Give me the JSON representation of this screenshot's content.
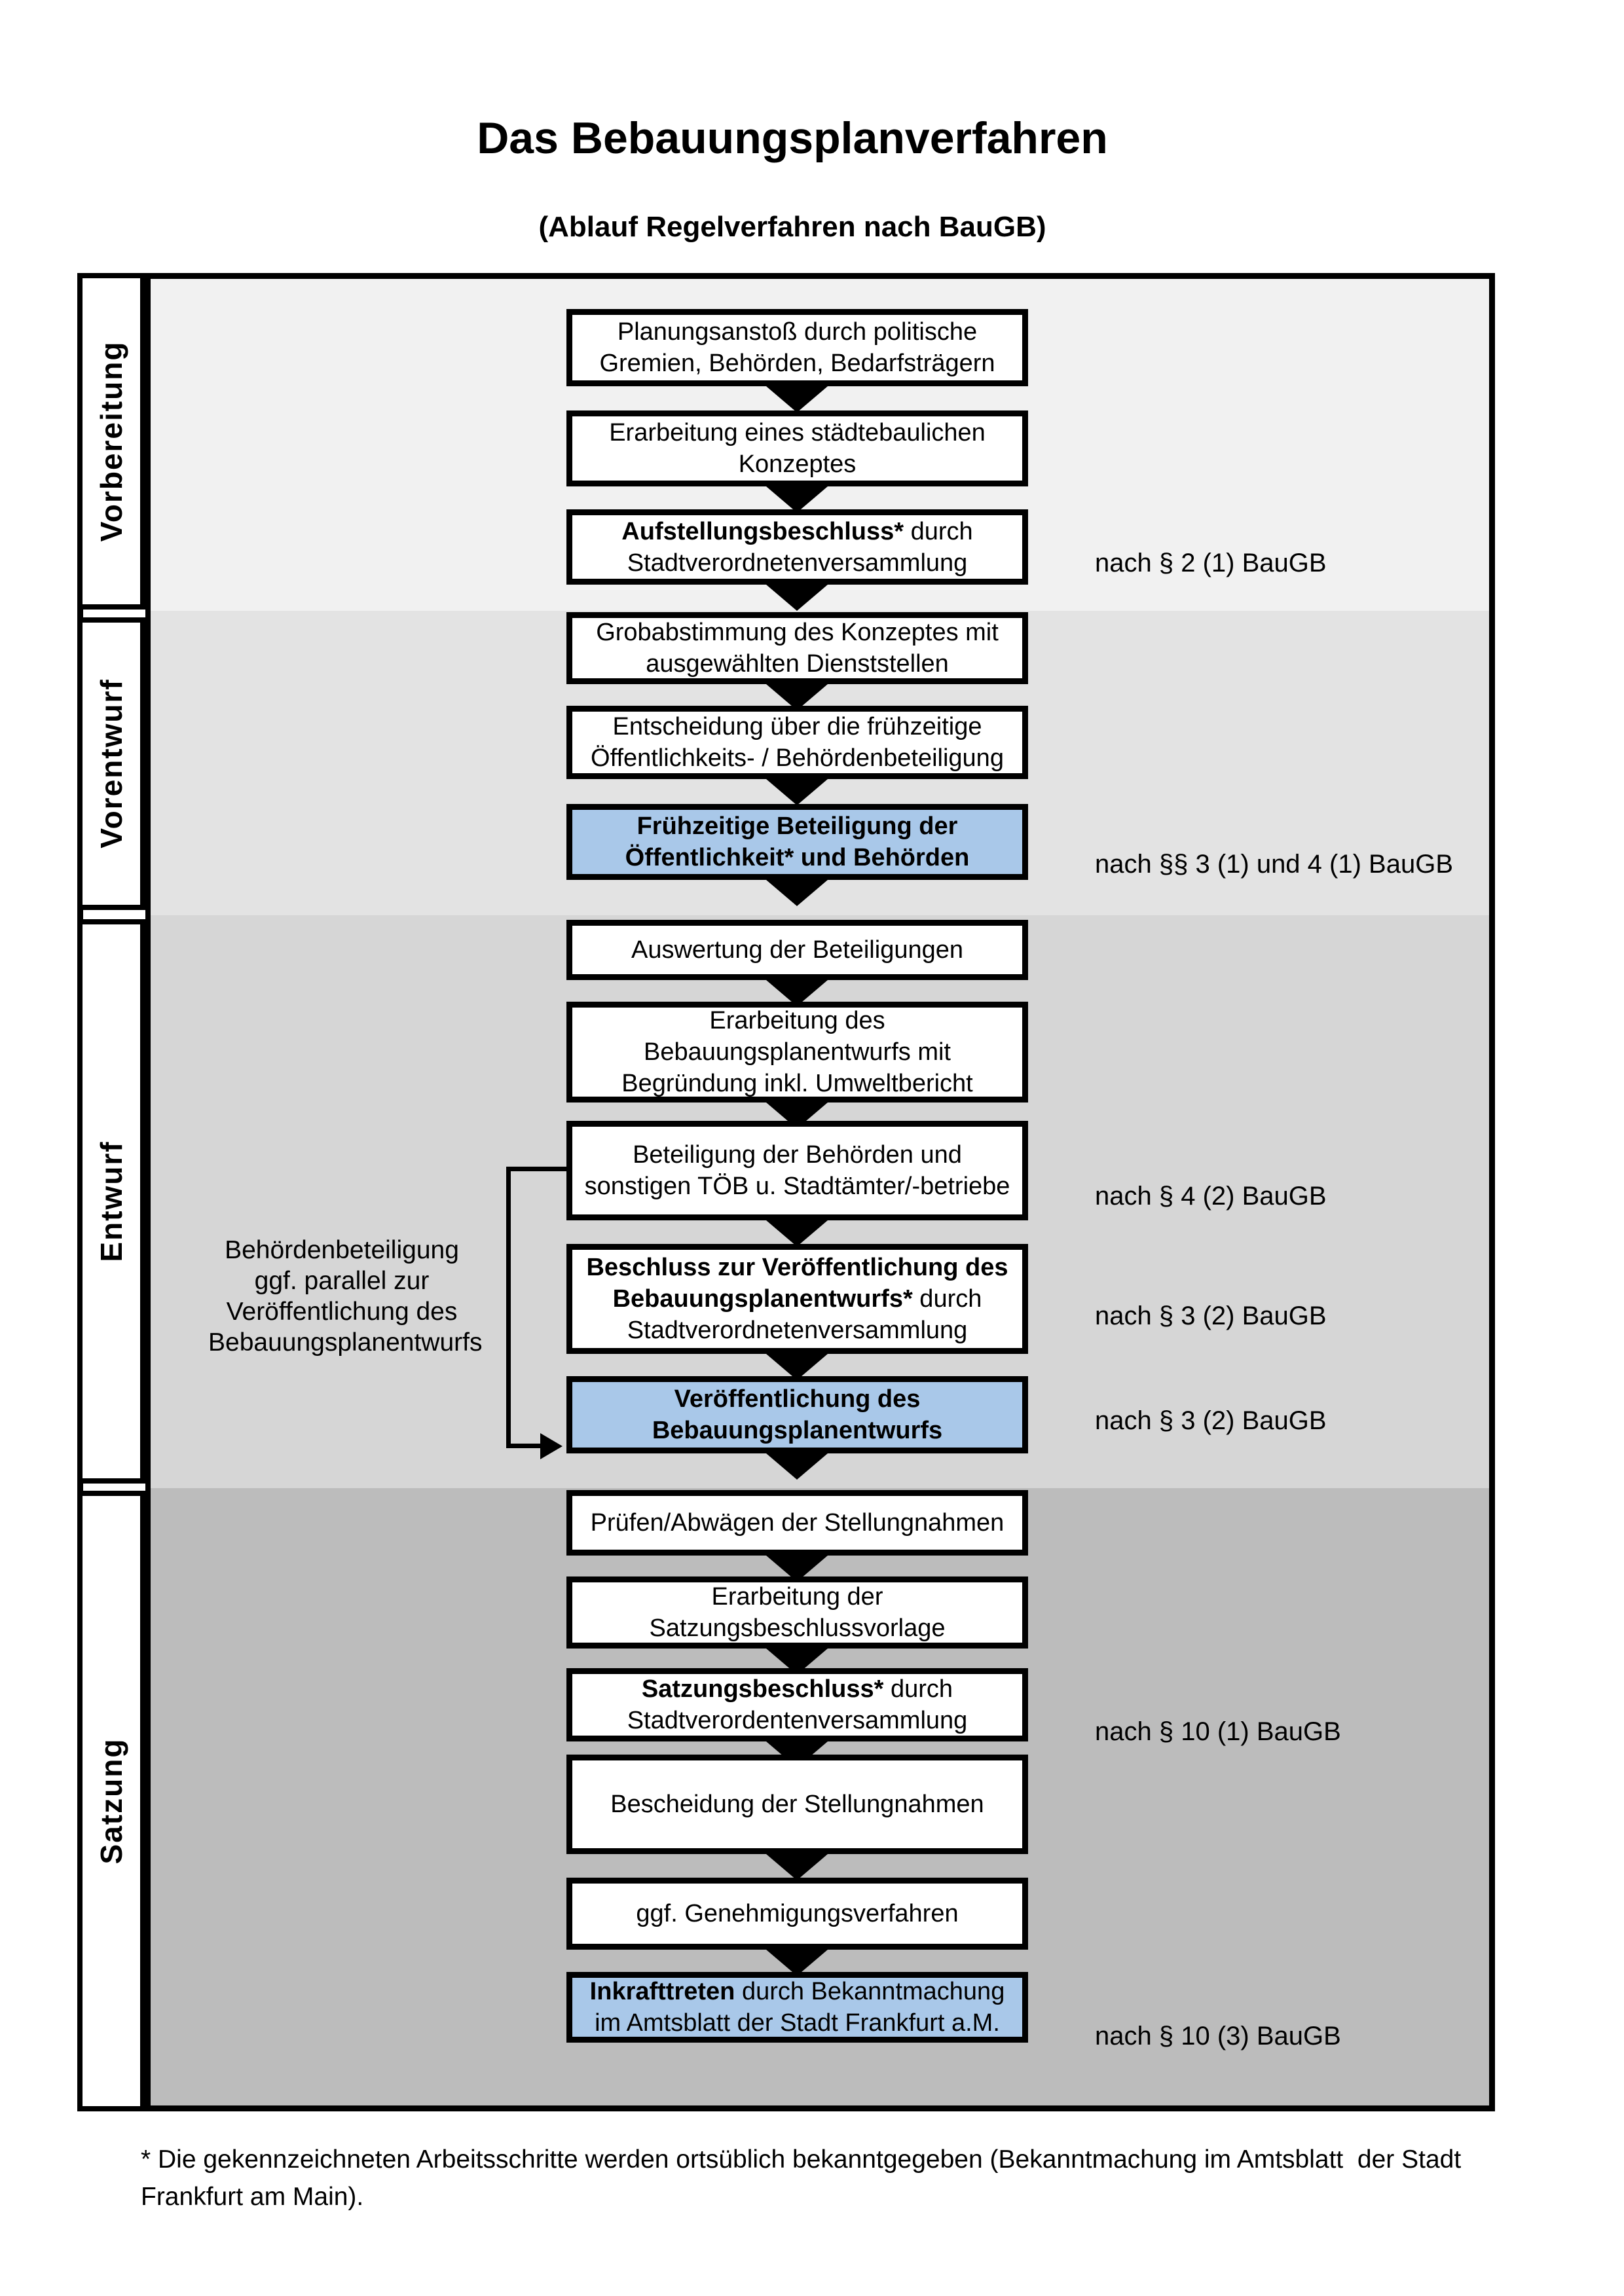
{
  "header": {
    "title": "Das Bebauungsplanverfahren",
    "subtitle": "(Ablauf Regelverfahren nach BauGB)"
  },
  "phases": [
    {
      "label": "Vorbereitung"
    },
    {
      "label": "Vorentwurf"
    },
    {
      "label": "Entwurf"
    },
    {
      "label": "Satzung"
    }
  ],
  "steps": [
    {
      "bold": "",
      "rest": "Planungsanstoß durch politische\nGremien, Behörden, Bedarfsträgern",
      "highlighted": false
    },
    {
      "bold": "",
      "rest": "Erarbeitung eines städtebaulichen\nKonzeptes",
      "highlighted": false
    },
    {
      "bold": "Aufstellungsbeschluss*",
      "rest": " durch\nStadtverordnetenversammlung",
      "highlighted": false
    },
    {
      "bold": "",
      "rest": "Grobabstimmung des Konzeptes mit\nausgewählten Dienststellen",
      "highlighted": false
    },
    {
      "bold": "",
      "rest": "Entscheidung über die frühzeitige\nÖffentlichkeits- / Behördenbeteiligung",
      "highlighted": false
    },
    {
      "bold": "Frühzeitige Beteiligung der\nÖffentlichkeit* und Behörden",
      "rest": "",
      "highlighted": true
    },
    {
      "bold": "",
      "rest": "Auswertung der Beteiligungen",
      "highlighted": false
    },
    {
      "bold": "",
      "rest": "Erarbeitung des\nBebauungsplanentwurfs mit\nBegründung inkl. Umweltbericht",
      "highlighted": false
    },
    {
      "bold": "",
      "rest": "Beteiligung der Behörden und\nsonstigen TÖB u. Stadtämter/-betriebe",
      "highlighted": false
    },
    {
      "bold": "Beschluss zur Veröffentlichung des\nBebauungsplanentwurfs*",
      "rest": " durch\nStadtverordnetenversammlung",
      "highlighted": false
    },
    {
      "bold": "Veröffentlichung des\nBebauungsplanentwurfs",
      "rest": "",
      "highlighted": true
    },
    {
      "bold": "",
      "rest": "Prüfen/Abwägen der Stellungnahmen",
      "highlighted": false
    },
    {
      "bold": "",
      "rest": "Erarbeitung der\nSatzungsbeschlussvorlage",
      "highlighted": false
    },
    {
      "bold": "Satzungsbeschluss*",
      "rest": " durch\nStadtverordentenversammlung",
      "highlighted": false
    },
    {
      "bold": "",
      "rest": "Bescheidung der Stellungnahmen",
      "highlighted": false
    },
    {
      "bold": "",
      "rest": "ggf. Genehmigungsverfahren",
      "highlighted": false
    },
    {
      "bold": "Inkrafttreten",
      "rest": " durch Bekanntmachung\nim Amtsblatt der Stadt Frankfurt a.M.",
      "highlighted": true
    }
  ],
  "legal_refs": [
    "nach § 2 (1) BauGB",
    "nach §§ 3 (1) und 4 (1) BauGB",
    "nach § 4 (2) BauGB",
    "nach § 3 (2) BauGB",
    "nach § 3 (2) BauGB",
    "nach § 10 (1) BauGB",
    "nach § 10 (3) BauGB"
  ],
  "side_note": "Behördenbeteiligung\nggf. parallel zur\nVeröffentlichung des\nBebauungsplanentwurfs",
  "footnote": "* Die gekennzeichneten Arbeitsschritte werden ortsüblich bekanntgegeben (Bekanntmachung im Amtsblatt  der Stadt\nFrankfurt am Main).",
  "colors": {
    "highlight_blue": "#a9c8e9",
    "section_vorbereitung": "#f1f1f1",
    "section_vorentwurf": "#e3e3e3",
    "section_entwurf": "#d6d6d6",
    "section_satzung": "#bcbcbc",
    "box_background": "#ffffff",
    "line_black": "#000000"
  }
}
